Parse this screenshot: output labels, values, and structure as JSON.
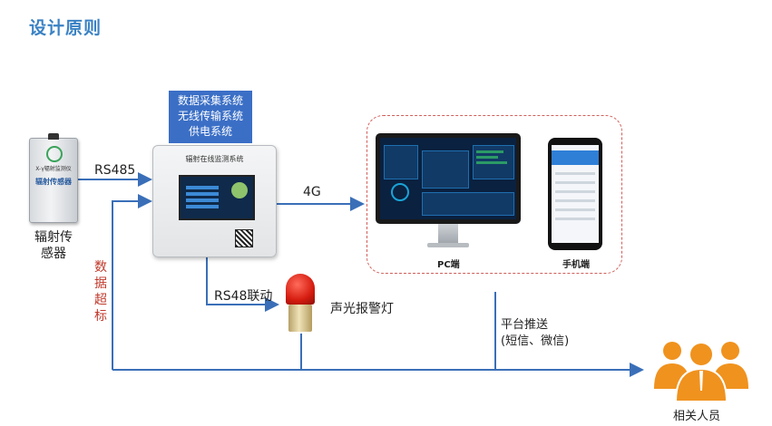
{
  "title": "设计原则",
  "sensor": {
    "label_line1": "辐射传",
    "label_line2": "感器",
    "device_text": "辐射传感器",
    "small_text": "X-γ辐射监测仪"
  },
  "info_box": {
    "line1": "数据采集系统",
    "line2": "无线传输系统",
    "line3": "供电系统"
  },
  "monitor_device": {
    "title": "辐射在线监测系统"
  },
  "connections": {
    "rs485": "RS485",
    "g4": "4G",
    "rs48_link": "RS48联动",
    "data_exceed": [
      "数",
      "据",
      "超",
      "标"
    ],
    "platform_push_line1": "平台推送",
    "platform_push_line2": "(短信、微信)"
  },
  "clients": {
    "pc": "PC端",
    "mobile": "手机端"
  },
  "alarm": {
    "label": "声光报警灯"
  },
  "people": {
    "label": "相关人员"
  },
  "colors": {
    "title": "#3a82c4",
    "line": "#3a6fb8",
    "info_box": "#3b6fc6",
    "dashed_border": "#d0605b",
    "red_text": "#c0392b",
    "people": "#f0921e"
  }
}
